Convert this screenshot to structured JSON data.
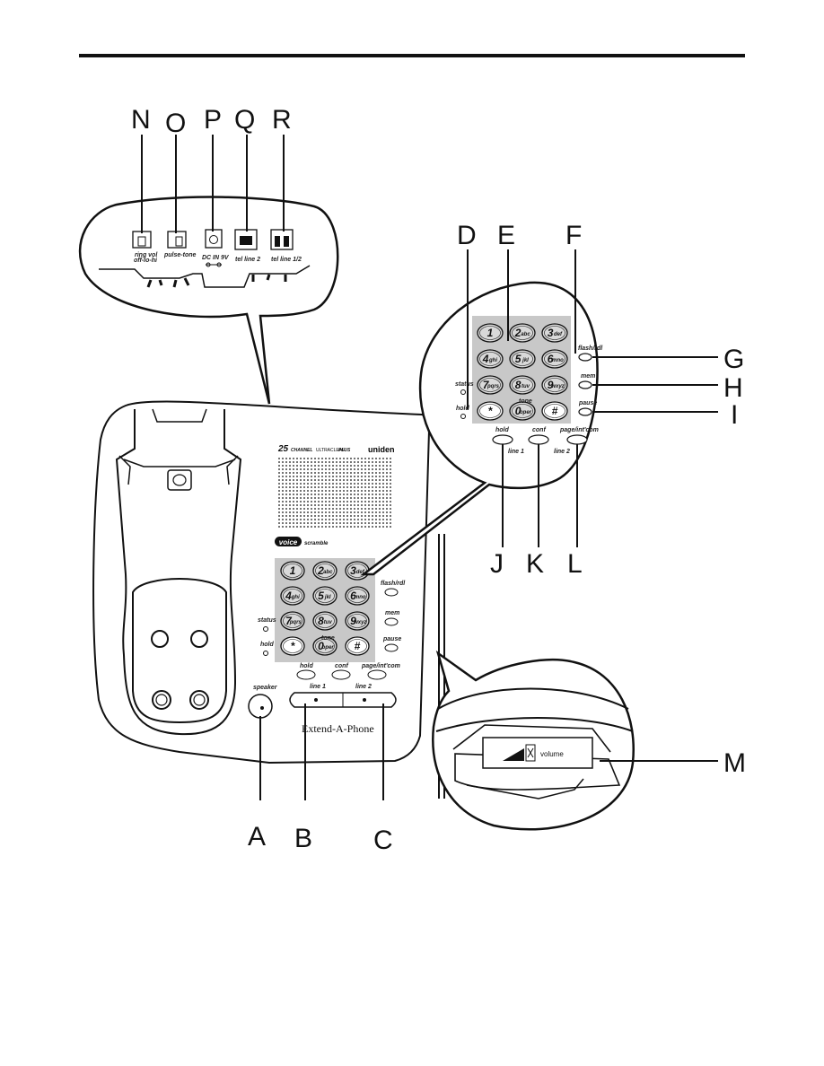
{
  "colors": {
    "ink": "#111111",
    "keypad_bg": "#c8c8c8",
    "key_fill": "#d9d9d9"
  },
  "callouts": {
    "A": "A",
    "B": "B",
    "C": "C",
    "D": "D",
    "E": "E",
    "F": "F",
    "G": "G",
    "H": "H",
    "I": "I",
    "J": "J",
    "K": "K",
    "L": "L",
    "M": "M",
    "N": "N",
    "O": "O",
    "P": "P",
    "Q": "Q",
    "R": "R"
  },
  "back_panel": {
    "ring_vol": "ring vol",
    "ring_vol_levels": "off-lo-hi",
    "pulse_tone": "pulse-tone",
    "dc_in": "DC IN 9V",
    "tel_line_2": "tel line 2",
    "tel_line_12": "tel line 1/2"
  },
  "branding": {
    "channel_num": "25",
    "channel_text": "CHANNEL",
    "ultraclear": "ULTRACLEAR",
    "plus": "PLUS",
    "brand": "uniden",
    "voice": "voice",
    "scramble": "scramble",
    "model_name": "Extend-A-Phone"
  },
  "keys": [
    {
      "num": "1",
      "letters": ""
    },
    {
      "num": "2",
      "letters": "abc"
    },
    {
      "num": "3",
      "letters": "def"
    },
    {
      "num": "4",
      "letters": "ghi"
    },
    {
      "num": "5",
      "letters": "jkl"
    },
    {
      "num": "6",
      "letters": "mno"
    },
    {
      "num": "7",
      "letters": "pqrs"
    },
    {
      "num": "8",
      "letters": "tuv"
    },
    {
      "num": "9",
      "letters": "wxyz"
    },
    {
      "num": "*",
      "letters": ""
    },
    {
      "num": "0",
      "letters": "oper"
    },
    {
      "num": "#",
      "letters": ""
    }
  ],
  "button_labels": {
    "flash": "flash/rdl",
    "mem": "mem",
    "pause": "pause",
    "status": "status",
    "hold_led": "hold",
    "tone": "tone",
    "hold": "hold",
    "conf": "conf",
    "page": "page/int'com",
    "line1": "line 1",
    "line2": "line 2",
    "speaker": "speaker"
  },
  "volume": {
    "label": "volume"
  }
}
